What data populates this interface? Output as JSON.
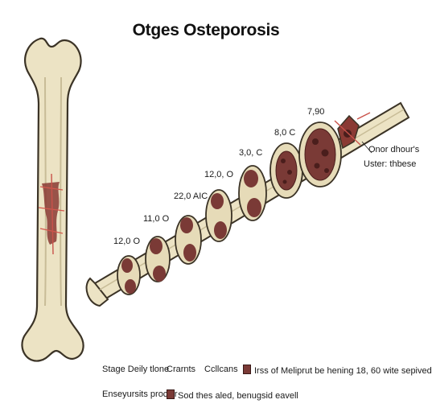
{
  "title": "Otges Osteporosis",
  "stages": [
    {
      "label": "12,0 O"
    },
    {
      "label": "11,0 O"
    },
    {
      "label": "22,0 AIC"
    },
    {
      "label": "12,0, O"
    },
    {
      "label": "3,0, C"
    },
    {
      "label": "8,0 C"
    },
    {
      "label": "7,90"
    }
  ],
  "callout": {
    "line1": "Onor dhour's",
    "line2": "Uster: thbese"
  },
  "legend": {
    "item1": "Stage Deily tlone",
    "item2": "Crarnts",
    "item3": "Ccllcans",
    "item4": "Irss of Meliprut be hening 18, 60 wite sepived",
    "item5": "Enseyursits procior",
    "item6": "Sod thes aled, benugsid eavell"
  },
  "colors": {
    "bone": "#ece3c4",
    "bone_outline": "#3b3326",
    "lesion": "#7a3a36",
    "lesion_dark": "#4a1e1c",
    "inflamed": "#c9524a"
  }
}
